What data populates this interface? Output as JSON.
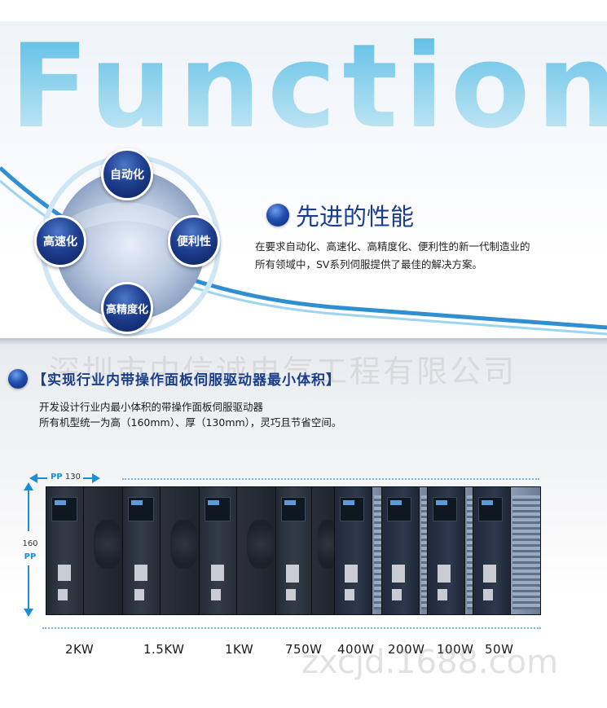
{
  "hero": {
    "headline": "Function",
    "feature_bubbles": [
      "自动化",
      "高速化",
      "便利性",
      "高精度化"
    ],
    "advantage_title": "先进的性能",
    "advantage_desc_line1": "在要求自动化、高速化、高精度化、便利性的新一代制造业的",
    "advantage_desc_line2": "所有领域中，SV系列伺服提供了最佳的解决方案。"
  },
  "section": {
    "watermark": "深圳市中信诚电气工程有限公司",
    "title": "【实现行业内带操作面板伺服驱动器最小体积】",
    "spec_line1": "开发设计行业内最小体积的带操作面板伺服驱动器",
    "spec_line2": "所有机型统一为高（160mm）、厚（130mm），灵巧且节省空间。"
  },
  "dimensions": {
    "width_prefix": "PP",
    "width_value": "130",
    "height_value": "160",
    "height_unit": "PP"
  },
  "drives": [
    {
      "power": "2KW",
      "style": "dark"
    },
    {
      "power": "1.5KW",
      "style": "dark"
    },
    {
      "power": "1KW",
      "style": "dark"
    },
    {
      "power": "750W",
      "style": "dark"
    },
    {
      "power": "400W",
      "style": "silver"
    },
    {
      "power": "200W",
      "style": "silver"
    },
    {
      "power": "100W",
      "style": "silver"
    },
    {
      "power": "50W",
      "style": "silver"
    }
  ],
  "footer_watermark": "zxcjd.1688.com",
  "colors": {
    "headline": "#8dcfe8",
    "accent_blue": "#1a3e8c",
    "dimension_blue": "#1a8fd8"
  }
}
